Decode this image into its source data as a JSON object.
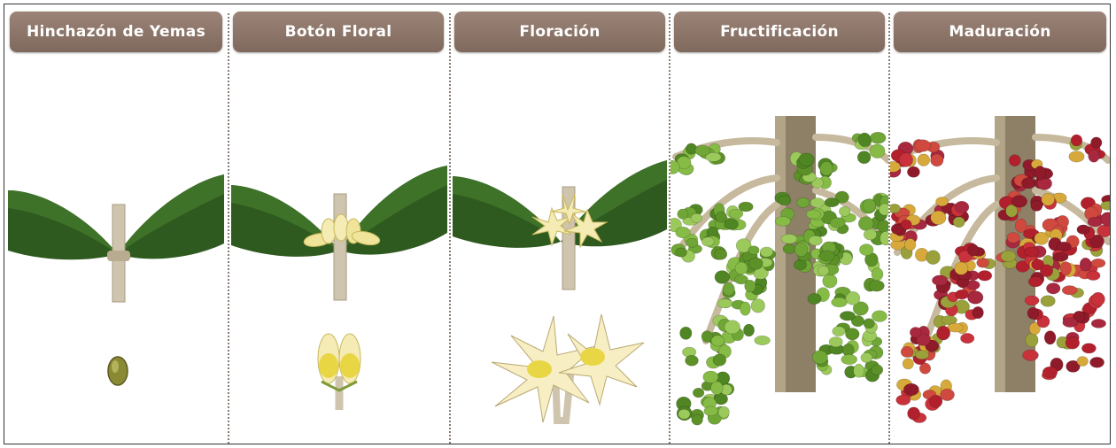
{
  "stages": [
    {
      "title": "Hinchazón de Yemas"
    },
    {
      "title": "Botón Floral"
    },
    {
      "title": "Floración"
    },
    {
      "title": "Fructificación"
    },
    {
      "title": "Maduración"
    }
  ],
  "colors": {
    "header": "#8c7466",
    "leaf": "#2f5a1f",
    "stem": "#cfc4ae",
    "flower": "#f2e6a3",
    "green_cherry": "#6fa636",
    "red_cherry": "#b3202d",
    "trunk": "#8e8066"
  }
}
